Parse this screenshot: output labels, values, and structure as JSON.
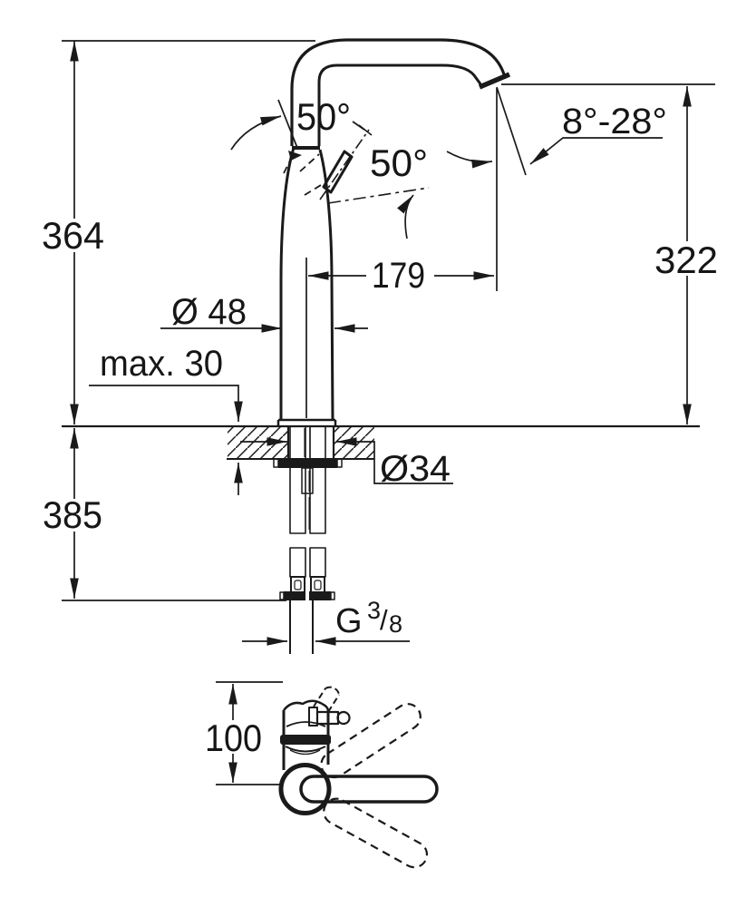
{
  "drawing": {
    "background": "#ffffff",
    "line_color": "#1a1a1a",
    "labels": {
      "total_height": "364",
      "spout_height": "322",
      "spout_reach": "179",
      "handle_open_angle": "50°",
      "handle_swing_angle": "50°",
      "aerator_angle_range": "8°-28°",
      "body_diameter": "Ø 48",
      "max_deck_thickness": "max. 30",
      "hole_diameter": "Ø34",
      "hose_length": "385",
      "handle_clearance": "100",
      "thread_base": "G",
      "thread_numerator": "3",
      "thread_slash": "/",
      "thread_denominator": "8"
    }
  }
}
